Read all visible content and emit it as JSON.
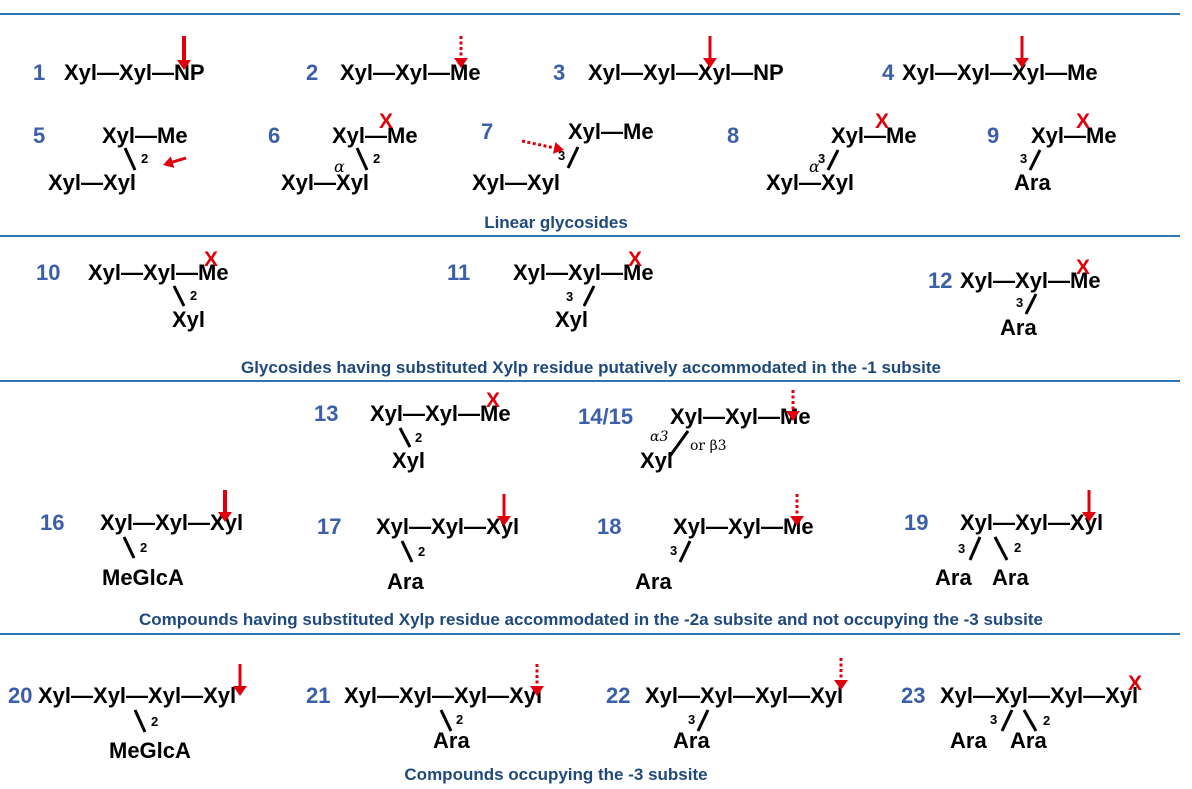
{
  "colors": {
    "number": "#3b5fa8",
    "text": "#000000",
    "caption": "#1f497d",
    "rule": "#2e75b6",
    "arrow": "#e0000b",
    "cross": "#e0000b"
  },
  "sections": [
    {
      "caption": "Linear glycosides",
      "compounds": [
        {
          "number": "1",
          "formula": "Xyl—Xyl—NP",
          "cleavage": "solid-arrow"
        },
        {
          "number": "2",
          "formula": "Xyl—Xyl—Me",
          "cleavage": "dashed-arrow"
        },
        {
          "number": "3",
          "formula": "Xyl—Xyl—Xyl—NP",
          "cleavage": "solid-arrow"
        },
        {
          "number": "4",
          "formula": "Xyl—Xyl—Xyl—Me",
          "cleavage": "solid-arrow"
        },
        {
          "number": "5",
          "formula": "Xyl—Me ; Xyl—Xyl",
          "linkage": "2",
          "cleavage": "solid-arrow"
        },
        {
          "number": "6",
          "formula": "Xyl—Me ; Xyl—Xyl",
          "linkage": "2",
          "bond_label": "α",
          "cleavage": "x"
        },
        {
          "number": "7",
          "formula": "Xyl—Me ; Xyl—Xyl",
          "linkage": "3",
          "cleavage": "dashed-arrow"
        },
        {
          "number": "8",
          "formula": "Xyl—Me ; Xyl—Xyl",
          "linkage": "3",
          "bond_label": "α",
          "cleavage": "x"
        },
        {
          "number": "9",
          "formula": "Xyl—Me ; Ara",
          "linkage": "3",
          "cleavage": "x"
        }
      ]
    },
    {
      "caption": "Glycosides having substituted Xylp residue putatively accommodated in the -1 subsite",
      "compounds": [
        {
          "number": "10",
          "formula": "Xyl—Xyl—Me ; Xyl",
          "linkage": "2",
          "cleavage": "x"
        },
        {
          "number": "11",
          "formula": "Xyl—Xyl—Me ; Xyl",
          "linkage": "3",
          "cleavage": "x"
        },
        {
          "number": "12",
          "formula": "Xyl—Xyl—Me ; Ara",
          "linkage": "3",
          "cleavage": "x"
        }
      ]
    },
    {
      "caption": "Compounds having substituted Xylp residue accommodated in the -2a subsite and not occupying the -3 subsite",
      "compounds": [
        {
          "number": "13",
          "formula": "Xyl—Xyl—Me ; Xyl",
          "linkage": "2",
          "cleavage": "x"
        },
        {
          "number": "14/15",
          "formula": "Xyl—Xyl—Me ; Xyl",
          "linkage": "α3 or β3",
          "cleavage": "dashed-arrow"
        },
        {
          "number": "16",
          "formula": "Xyl—Xyl—Xyl ; MeGlcA",
          "linkage": "2",
          "cleavage": "solid-arrow"
        },
        {
          "number": "17",
          "formula": "Xyl—Xyl—Xyl ; Ara",
          "linkage": "2",
          "cleavage": "solid-arrow"
        },
        {
          "number": "18",
          "formula": "Xyl—Xyl—Me ; Ara",
          "linkage": "3",
          "cleavage": "dashed-arrow"
        },
        {
          "number": "19",
          "formula": "Xyl—Xyl—Xyl ; Ara Ara",
          "linkage": "3, 2",
          "cleavage": "solid-arrow"
        }
      ]
    },
    {
      "caption": "Compounds occupying the -3 subsite",
      "compounds": [
        {
          "number": "20",
          "formula": "Xyl—Xyl—Xyl—Xyl ; MeGlcA",
          "linkage": "2",
          "cleavage": "solid-arrow"
        },
        {
          "number": "21",
          "formula": "Xyl—Xyl—Xyl—Xyl ; Ara",
          "linkage": "2",
          "cleavage": "dashed-arrow"
        },
        {
          "number": "22",
          "formula": "Xyl—Xyl—Xyl—Xyl ; Ara",
          "linkage": "3",
          "cleavage": "dashed-arrow"
        },
        {
          "number": "23",
          "formula": "Xyl—Xyl—Xyl—Xyl ; Ara Ara",
          "linkage": "3, 2",
          "cleavage": "x"
        }
      ]
    }
  ],
  "tokens": {
    "xyl": "Xyl",
    "me": "Me",
    "np": "NP",
    "ara": "Ara",
    "meglca": "MeGlcA",
    "bond": "—",
    "alpha": "α",
    "cross": "X",
    "pos2": "2",
    "pos3": "3",
    "a3": "α3",
    "orb3": "or β3"
  }
}
